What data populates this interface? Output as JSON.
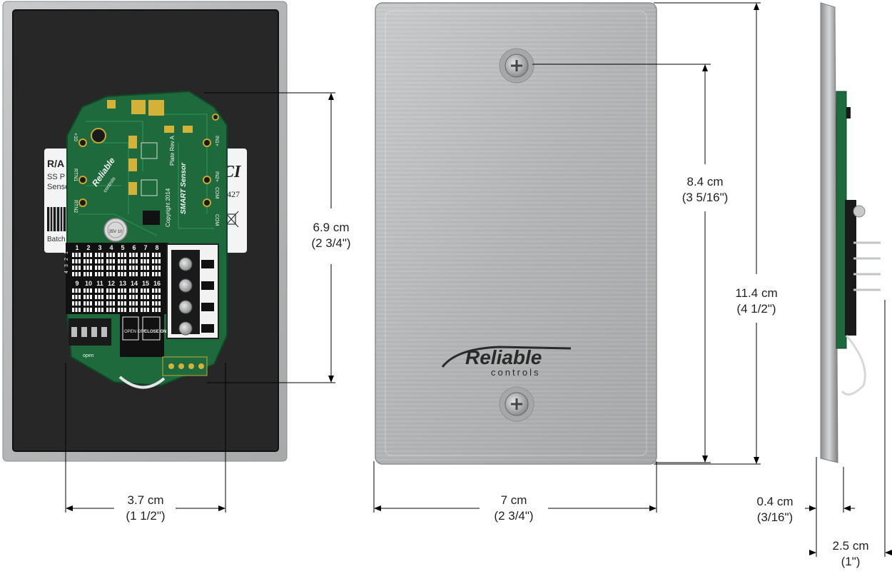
{
  "colors": {
    "plate": "#b8babb",
    "foam": "#262626",
    "pcb": "#1f6b3e",
    "dimension_line": "#000000"
  },
  "back_view": {
    "label": {
      "line1": "R/A",
      "line2": "SS P",
      "line3": "Sense",
      "line4": "Batch",
      "brand_fragment": "CI",
      "code": "1427"
    },
    "pcb": {
      "brand": "Reliable",
      "brand_sub": "controls",
      "product": "SMART Sensor",
      "copyright": "Copyright 2014",
      "plate_rev": "Plate Rev A",
      "terminals": [
        "RTN1",
        "RTN2",
        "COM",
        "IN1+",
        "IN2+",
        "COM",
        "+10"
      ],
      "dip_header_top": [
        "1",
        "2",
        "3",
        "4",
        "5",
        "6",
        "7",
        "8"
      ],
      "dip_header_bottom": [
        "9",
        "10",
        "11",
        "12",
        "13",
        "14",
        "15",
        "16"
      ],
      "dip_side_labels": [
        "1",
        "2",
        "3",
        "4"
      ],
      "open_off": "OPEN OFF",
      "close_on": "CLOSE ON",
      "open": "open",
      "capacitor": "35V 10"
    }
  },
  "front_view": {
    "brand": "Reliable",
    "brand_sub": "controls"
  },
  "dimensions": {
    "board_height": {
      "metric": "6.9 cm",
      "imperial": "(2 3/4\")"
    },
    "board_width": {
      "metric": "3.7 cm",
      "imperial": "(1 1/2\")"
    },
    "screw_spacing": {
      "metric": "8.4 cm",
      "imperial": "(3 5/16\")"
    },
    "plate_height": {
      "metric": "11.4 cm",
      "imperial": "(4 1/2\")"
    },
    "plate_width": {
      "metric": "7 cm",
      "imperial": "(2 3/4\")"
    },
    "plate_thickness": {
      "metric": "0.4 cm",
      "imperial": "(3/16\")"
    },
    "total_depth": {
      "metric": "2.5 cm",
      "imperial": "(1\")"
    }
  }
}
